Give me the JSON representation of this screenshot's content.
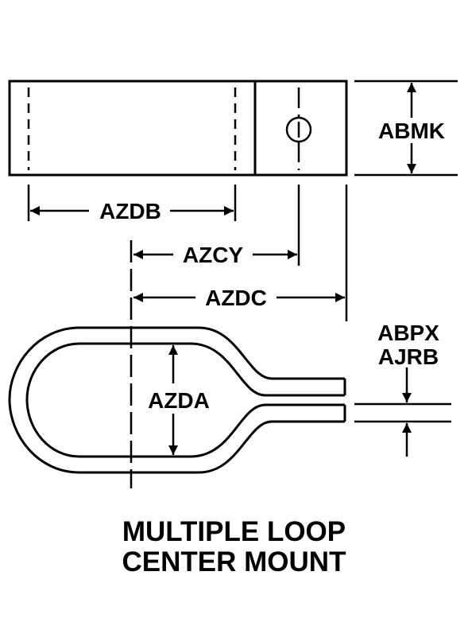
{
  "drawing": {
    "dimensions": {
      "azdb": "AZDB",
      "azcy": "AZCY",
      "azdc": "AZDC",
      "azda": "AZDA",
      "abmk": "ABMK",
      "abpx": "ABPX",
      "ajrb": "AJRB"
    },
    "caption": {
      "line1": "MULTIPLE LOOP",
      "line2": "CENTER MOUNT"
    }
  },
  "colors": {
    "ink": "#000000",
    "paper": "#ffffff"
  }
}
